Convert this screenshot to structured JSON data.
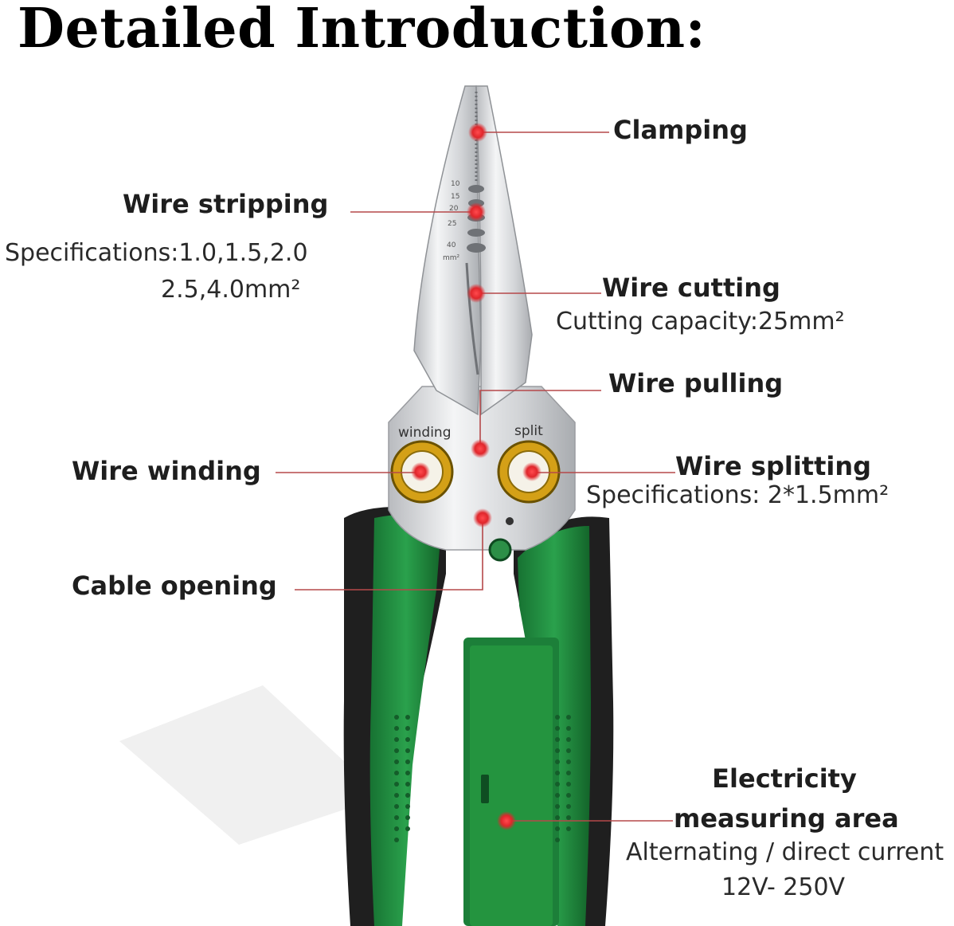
{
  "title": "Detailed Introduction:",
  "tool_markings": {
    "winding": "winding",
    "split": "split",
    "scale": [
      "10",
      "15",
      "20",
      "25",
      "40",
      "mm²"
    ]
  },
  "features": {
    "clamping": {
      "label": "Clamping"
    },
    "wire_stripping": {
      "label": "Wire stripping",
      "spec_line1": "Specifications:1.0,1.5,2.0",
      "spec_line2": "2.5,4.0mm²"
    },
    "wire_cutting": {
      "label": "Wire cutting",
      "spec": "Cutting capacity:25mm²"
    },
    "wire_pulling": {
      "label": "Wire pulling"
    },
    "wire_winding": {
      "label": "Wire winding"
    },
    "wire_splitting": {
      "label": "Wire splitting",
      "spec": "Specifications: 2*1.5mm²"
    },
    "cable_opening": {
      "label": "Cable opening"
    },
    "electricity_measuring": {
      "label_line1": "Electricity",
      "label_line2": "measuring area",
      "spec_line1": "Alternating / direct current",
      "spec_line2": "12V- 250V"
    }
  },
  "colors": {
    "handle_green": "#1f8a3e",
    "grip_dark": "#1f1f1f",
    "metal": "#d9dadc",
    "ring_gold": "#d4a017",
    "marker_red": "#e0262b",
    "leader_red": "#b5484a"
  }
}
